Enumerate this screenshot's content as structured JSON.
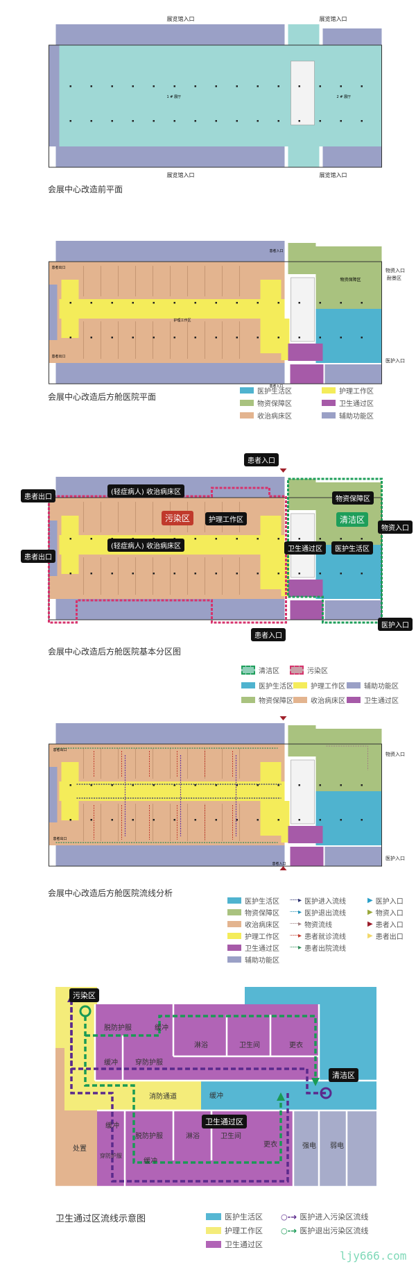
{
  "colors": {
    "medical_living": "#4fb3cf",
    "supply": "#a9c27f",
    "ward": "#e3b48f",
    "nursing": "#f4ec5a",
    "sanitation": "#a65aa8",
    "auxiliary": "#9aa0c6",
    "hall": "#9fd8d5",
    "clean_outline": "#1e9e5a",
    "contaminated_outline": "#d6336c"
  },
  "plan1": {
    "caption": "会展中心改造前平面",
    "hall1": "1 # 展厅",
    "hall2": "2 # 展厅",
    "entrance": "展览馆入口"
  },
  "plan2": {
    "caption": "会展中心改造后方舱医院平面",
    "patient_exit": "患者出口",
    "patient_entry": "患者入口",
    "supply_entry": "物资入口",
    "material_area": "耐景区",
    "medical_entry": "医护入口",
    "supply_zone": "物资保障区",
    "nursing_zone": "护理工作区",
    "legend": [
      "医护生活区",
      "护理工作区",
      "物资保障区",
      "卫生通过区",
      "收治病床区",
      "辅助功能区"
    ]
  },
  "plan3": {
    "caption": "会展中心改造后方舱医院基本分区图",
    "patient_entry": "患者入口",
    "patient_exit": "患者出口",
    "ward_label": "(轻症病人) 收治病床区",
    "contaminated": "污染区",
    "nursing": "护理工作区",
    "clean": "清洁区",
    "sanitation": "卫生通过区",
    "medical_living": "医护生活区",
    "supply": "物资保障区",
    "supply_entry": "物资入口",
    "medical_entry": "医护入口",
    "legend_zones": [
      "清洁区",
      "污染区"
    ],
    "legend": [
      "医护生活区",
      "护理工作区",
      "辅助功能区",
      "物资保障区",
      "收治病床区",
      "卫生通过区"
    ]
  },
  "plan4": {
    "caption": "会展中心改造后方舱医院流线分析",
    "patient_exit": "患者出口",
    "patient_entry": "患者入口",
    "supply_entry": "物资入口",
    "medical_entry": "医护入口",
    "legend_zones": [
      "医护生活区",
      "物资保障区",
      "收治病床区",
      "护理工作区",
      "卫生通过区",
      "辅助功能区"
    ],
    "legend_flows": [
      {
        "label": "医护进入流线",
        "color": "#2a2f6e"
      },
      {
        "label": "医护退出流线",
        "color": "#1f8fb5"
      },
      {
        "label": "物资流线",
        "color": "#a08080"
      },
      {
        "label": "患者就诊流线",
        "color": "#c0392b"
      },
      {
        "label": "患者出院流线",
        "color": "#2e8b57"
      }
    ],
    "legend_entries": [
      {
        "label": "医护入口",
        "color": "#2a9fc8"
      },
      {
        "label": "物资入口",
        "color": "#9aa83a"
      },
      {
        "label": "患者入口",
        "color": "#9b1c2a"
      },
      {
        "label": "患者出口",
        "color": "#f2d86a"
      }
    ]
  },
  "plan5": {
    "caption": "卫生通过区流线示意图",
    "contaminated": "污染区",
    "clean": "清洁区",
    "sanitation": "卫生通过区",
    "rooms": {
      "doff1": "脱防护服",
      "buffer1": "缓冲",
      "shower1": "淋浴",
      "toilet1": "卫生间",
      "change1": "更衣",
      "buffer2": "缓冲",
      "don": "穿防护服",
      "fire": "消防通道",
      "buffer3": "缓冲",
      "buffer4": "缓冲",
      "doff2": "脱防护服",
      "shower2": "淋浴",
      "toilet2": "卫生间",
      "change2": "更衣",
      "disposal": "处置",
      "don2": "穿防护服",
      "buffer5": "缓冲",
      "strong": "强电",
      "weak": "弱电"
    },
    "legend": [
      "医护生活区",
      "护理工作区",
      "卫生通过区"
    ],
    "flows": [
      {
        "label": "医护进入污染区流线",
        "color": "#5b2a8c"
      },
      {
        "label": "医护退出污染区流线",
        "color": "#1a9a55"
      }
    ]
  },
  "watermark": "ljy666.com"
}
